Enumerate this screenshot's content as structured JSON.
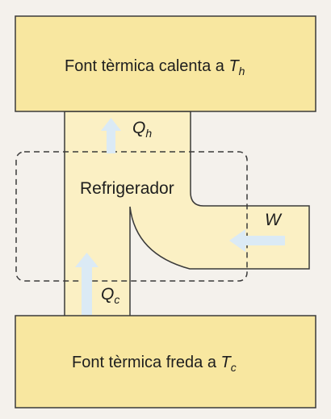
{
  "hot_reservoir": {
    "text": "Font tèrmica calenta a ",
    "symbol": "T",
    "subscript": "h"
  },
  "cold_reservoir": {
    "text": "Font tèrmica freda a ",
    "symbol": "T",
    "subscript": "c"
  },
  "device_label": "Refrigerador",
  "heat_out": {
    "symbol": "Q",
    "subscript": "h"
  },
  "heat_in": {
    "symbol": "Q",
    "subscript": "c"
  },
  "work": {
    "symbol": "W"
  },
  "colors": {
    "reservoir_fill": "#f8e7a0",
    "channel_fill": "#fbf0c4",
    "outline": "#3a3a3a",
    "arrow": "#dbeaf5"
  }
}
